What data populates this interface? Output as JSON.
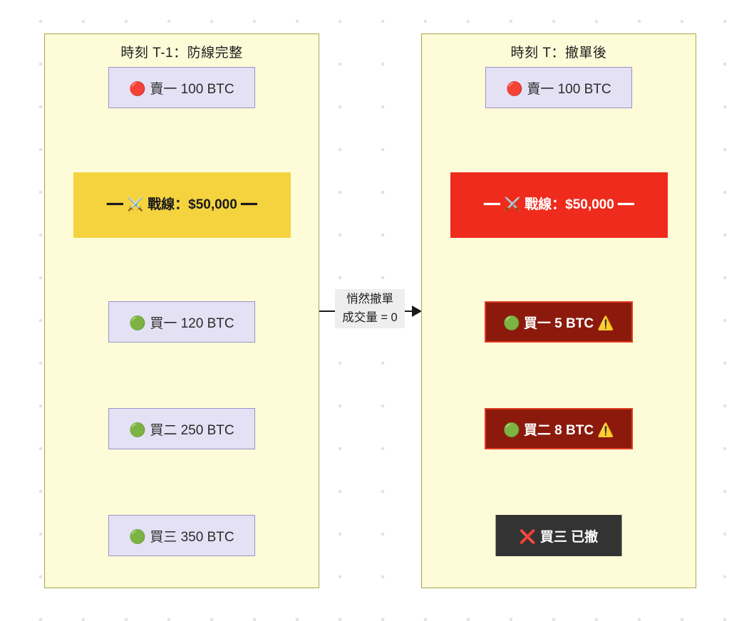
{
  "diagram": {
    "title_left": "時刻 T-1：防線完整",
    "title_right": "時刻 T：撤單後",
    "battle_line_left": "━━ ⚔️ 戰線：$50,000 ━━",
    "battle_line_right": "━━ ⚔️ 戰線：$50,000 ━━",
    "arrow_label_line1": "悄然撤單",
    "arrow_label_line2": "成交量 = 0",
    "colors": {
      "panel_fill": "#fdfbd8",
      "panel_border": "#a8a84b",
      "order_fill": "#e4e1f5",
      "order_border": "#9a93c4",
      "battle_intact": "#f5d33f",
      "battle_broken": "#ee2b1c",
      "danger_fill": "#8b1a0d",
      "danger_border": "#e03a21",
      "cancelled_fill": "#333333",
      "arrow": "#1a1a1a"
    }
  },
  "left_panel": {
    "sell1": "🔴 賣一 100 BTC",
    "buy1": "🟢 買一 120 BTC",
    "buy2": "🟢 買二 250 BTC",
    "buy3": "🟢 買三 350 BTC"
  },
  "right_panel": {
    "sell1": "🔴 賣一 100 BTC",
    "buy1": "🟢 買一 5 BTC ⚠️",
    "buy2": "🟢 買二 8 BTC ⚠️",
    "buy3": "❌ 買三 已撤"
  }
}
